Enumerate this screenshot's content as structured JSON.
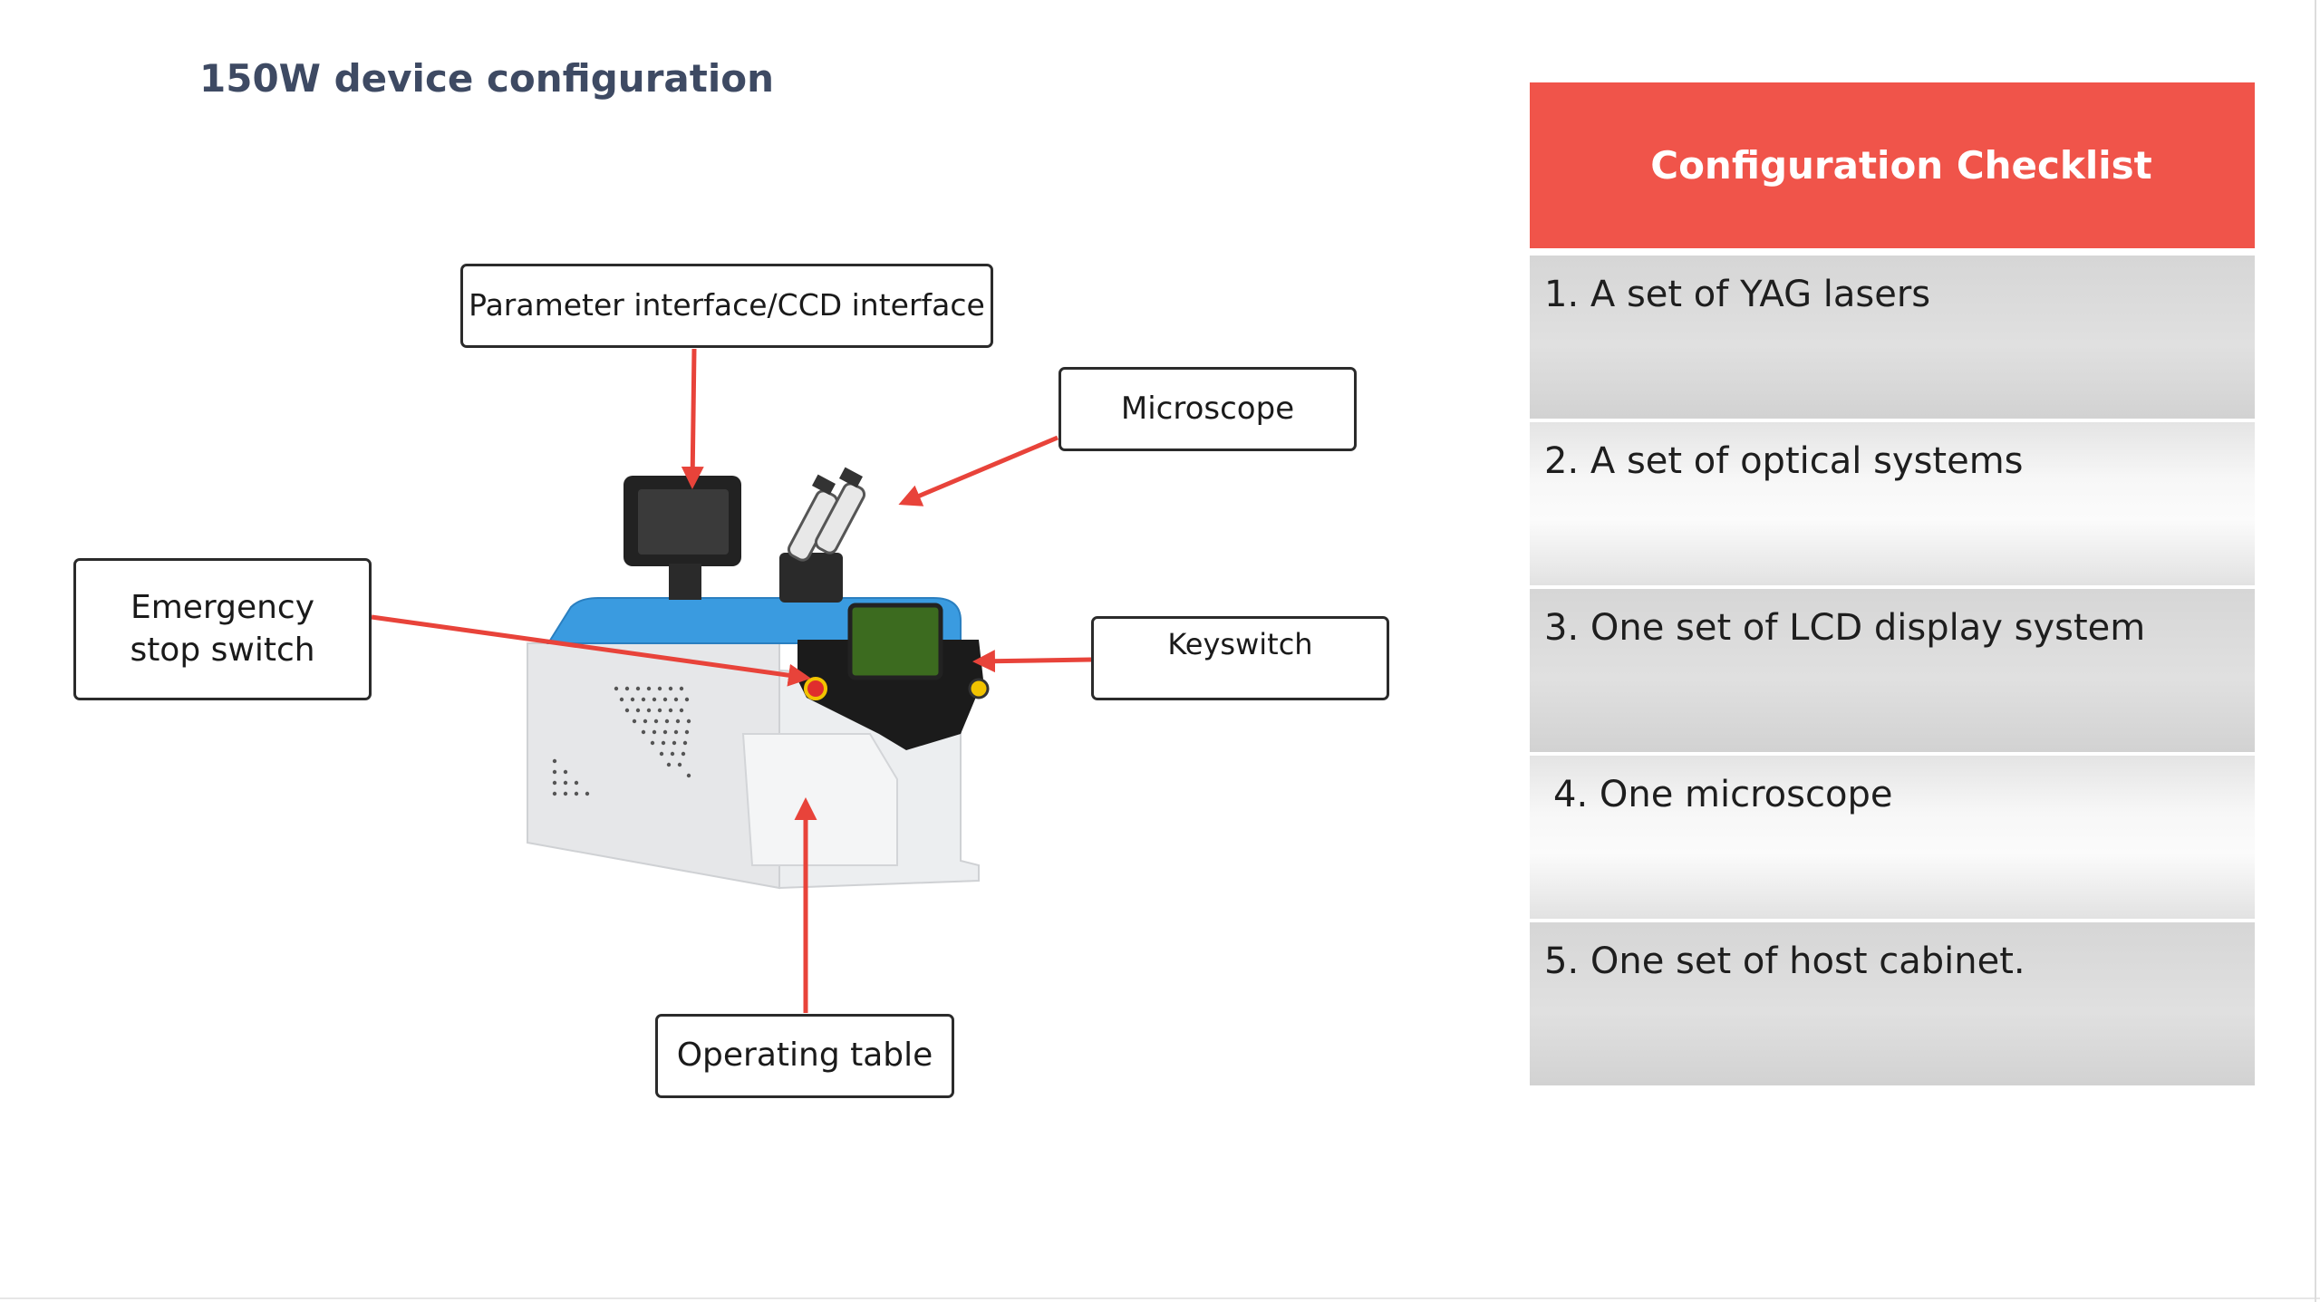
{
  "page": {
    "title": "150W device configuration"
  },
  "diagram": {
    "labels": {
      "parameter_interface": "Parameter interface/CCD interface",
      "microscope": "Microscope",
      "keyswitch": "Keyswitch",
      "emergency_stop": "Emergency stop switch",
      "operating_table": "Operating table"
    },
    "colors": {
      "arrow": "#e8433a",
      "machine_top": "#3a9be0",
      "machine_body": "#e9eaec",
      "machine_panel": "#1b1b1b",
      "screen": "#3c6b1f"
    }
  },
  "checklist": {
    "header": "Configuration Checklist",
    "header_color": "#f0544a",
    "items": [
      "1. A set of YAG lasers",
      "2. A set of optical systems",
      "3. One set of LCD display system",
      "4. One microscope",
      "5. One set of host cabinet."
    ]
  }
}
